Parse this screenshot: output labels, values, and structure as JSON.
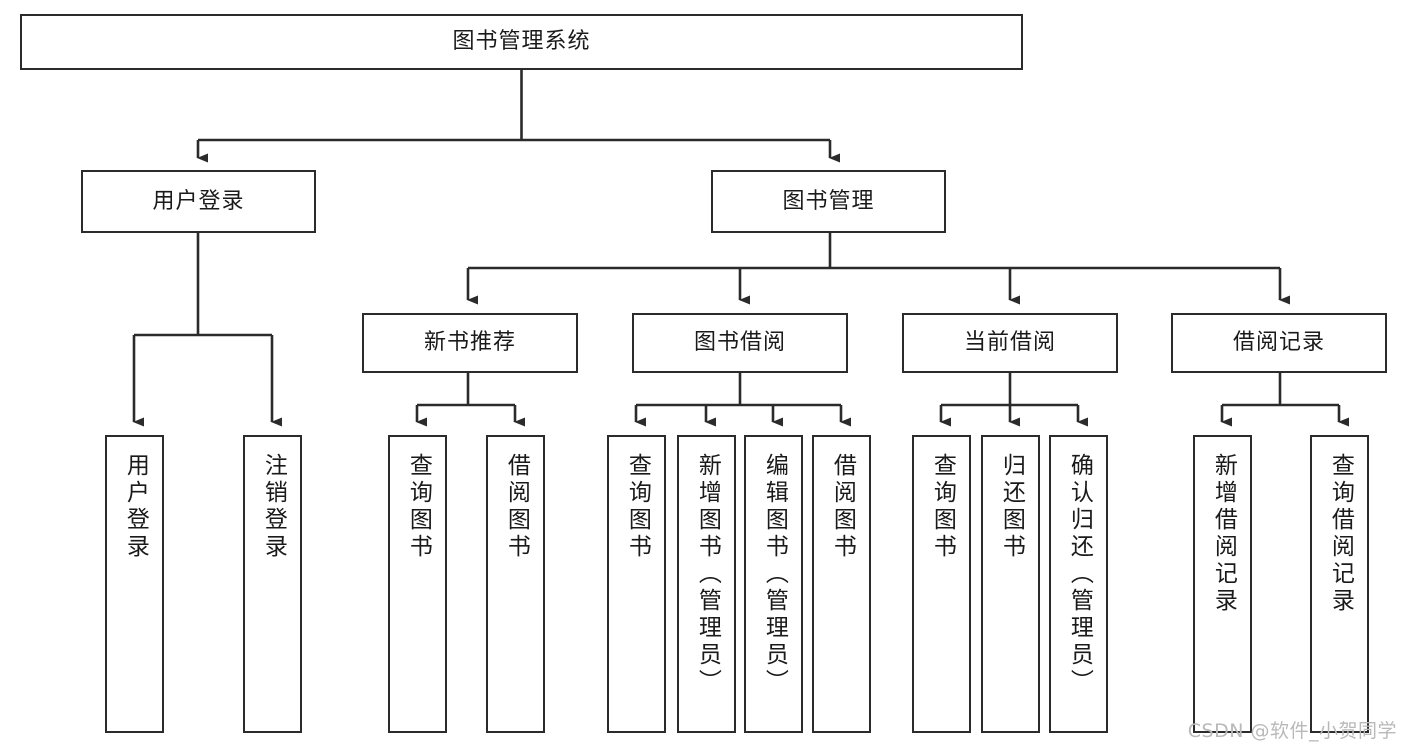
{
  "diagram": {
    "type": "tree-hierarchy",
    "title": "图书管理系统",
    "watermark": "CSDN @软件_小贺同学",
    "colors": {
      "box_border": "#2b2b2b",
      "box_fill": "#ffffff",
      "connector": "#2b2b2b",
      "text": "#1a1a1a",
      "watermark": "#b9b9b9",
      "background": "#ffffff"
    },
    "nodes": {
      "root": {
        "label": "图书管理系统"
      },
      "level2": [
        {
          "label": "用户登录"
        },
        {
          "label": "图书管理"
        }
      ],
      "level3": [
        {
          "label": "新书推荐"
        },
        {
          "label": "图书借阅"
        },
        {
          "label": "当前借阅"
        },
        {
          "label": "借阅记录"
        }
      ],
      "leaves": {
        "user_login": [
          {
            "label": "用户登录"
          },
          {
            "label": "注销登录"
          }
        ],
        "new_book": [
          {
            "label": "查询图书"
          },
          {
            "label": "借阅图书"
          }
        ],
        "book_borrow": [
          {
            "label": "查询图书"
          },
          {
            "label": "新增图书（管理员）"
          },
          {
            "label": "编辑图书（管理员）"
          },
          {
            "label": "借阅图书"
          }
        ],
        "current_borrow": [
          {
            "label": "查询图书"
          },
          {
            "label": "归还图书"
          },
          {
            "label": "确认归还（管理员）"
          }
        ],
        "borrow_record": [
          {
            "label": "新增借阅记录"
          },
          {
            "label": "查询借阅记录"
          }
        ]
      }
    }
  }
}
